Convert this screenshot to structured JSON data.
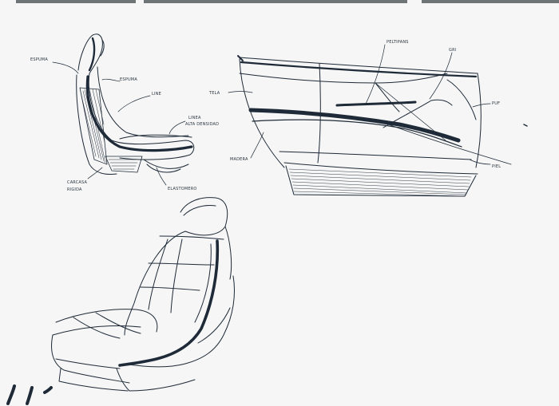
{
  "labels": {
    "seat_top_left": "ESPUMA",
    "seat_mid": "ESPUMA",
    "seat_side": "LINE",
    "seat_lower_1": "LINEA",
    "seat_lower_2": "ALTA DENSIDAD",
    "seat_base_1": "CARCASA",
    "seat_base_2": "RIGIDA",
    "seat_bottom": "ELASTOMERO",
    "door_top": "PELTIPANS",
    "door_top_right": "GRI",
    "door_left": "TELA",
    "door_right": "PUF",
    "door_lower_left": "MADERA",
    "door_lower_right": "PIEL"
  },
  "colors": {
    "ink": "#1f2a38",
    "paper": "#f5f6f5"
  }
}
